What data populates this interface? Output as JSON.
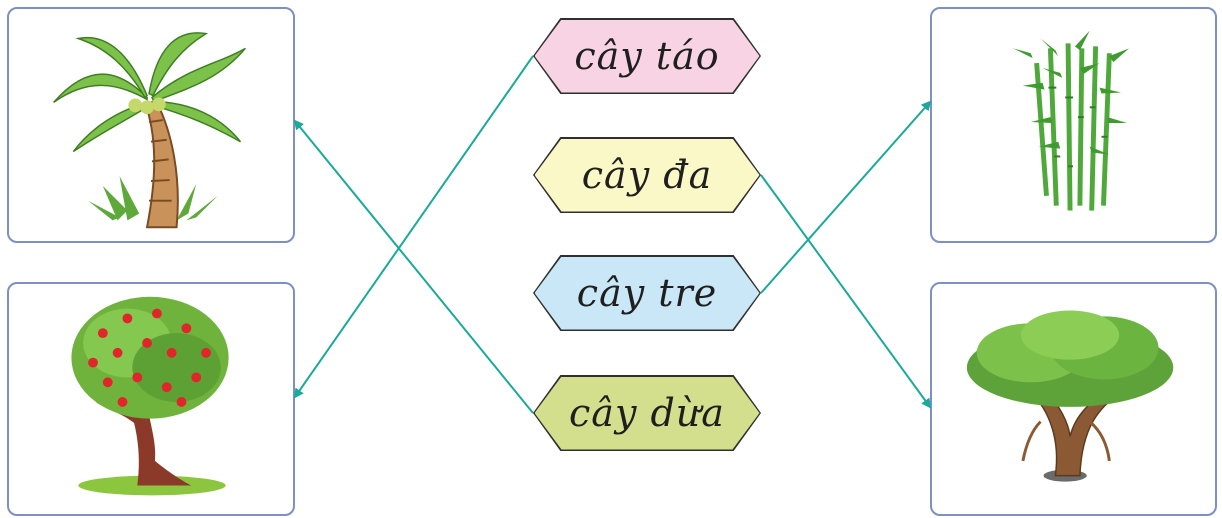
{
  "labels": [
    {
      "id": "tao",
      "text": "cây táo"
    },
    {
      "id": "da",
      "text": "cây đa"
    },
    {
      "id": "tre",
      "text": "cây tre"
    },
    {
      "id": "dua",
      "text": "cây dừa"
    }
  ],
  "pictures": [
    {
      "id": "coconut",
      "icon": "coconut-tree-icon"
    },
    {
      "id": "apple",
      "icon": "apple-tree-icon"
    },
    {
      "id": "bamboo",
      "icon": "bamboo-icon"
    },
    {
      "id": "banyan",
      "icon": "banyan-tree-icon"
    }
  ],
  "matches": [
    {
      "label": "tao",
      "picture": "apple"
    },
    {
      "label": "da",
      "picture": "banyan"
    },
    {
      "label": "tre",
      "picture": "bamboo"
    },
    {
      "label": "dua",
      "picture": "coconut"
    }
  ],
  "colors": {
    "card_border": "#7d8fc4",
    "connector": "#1aa99a",
    "tao_fill": "#f7d3e3",
    "da_fill": "#fbf8c8",
    "tre_fill": "#c9e7f6",
    "dua_fill": "#d3df8c"
  }
}
